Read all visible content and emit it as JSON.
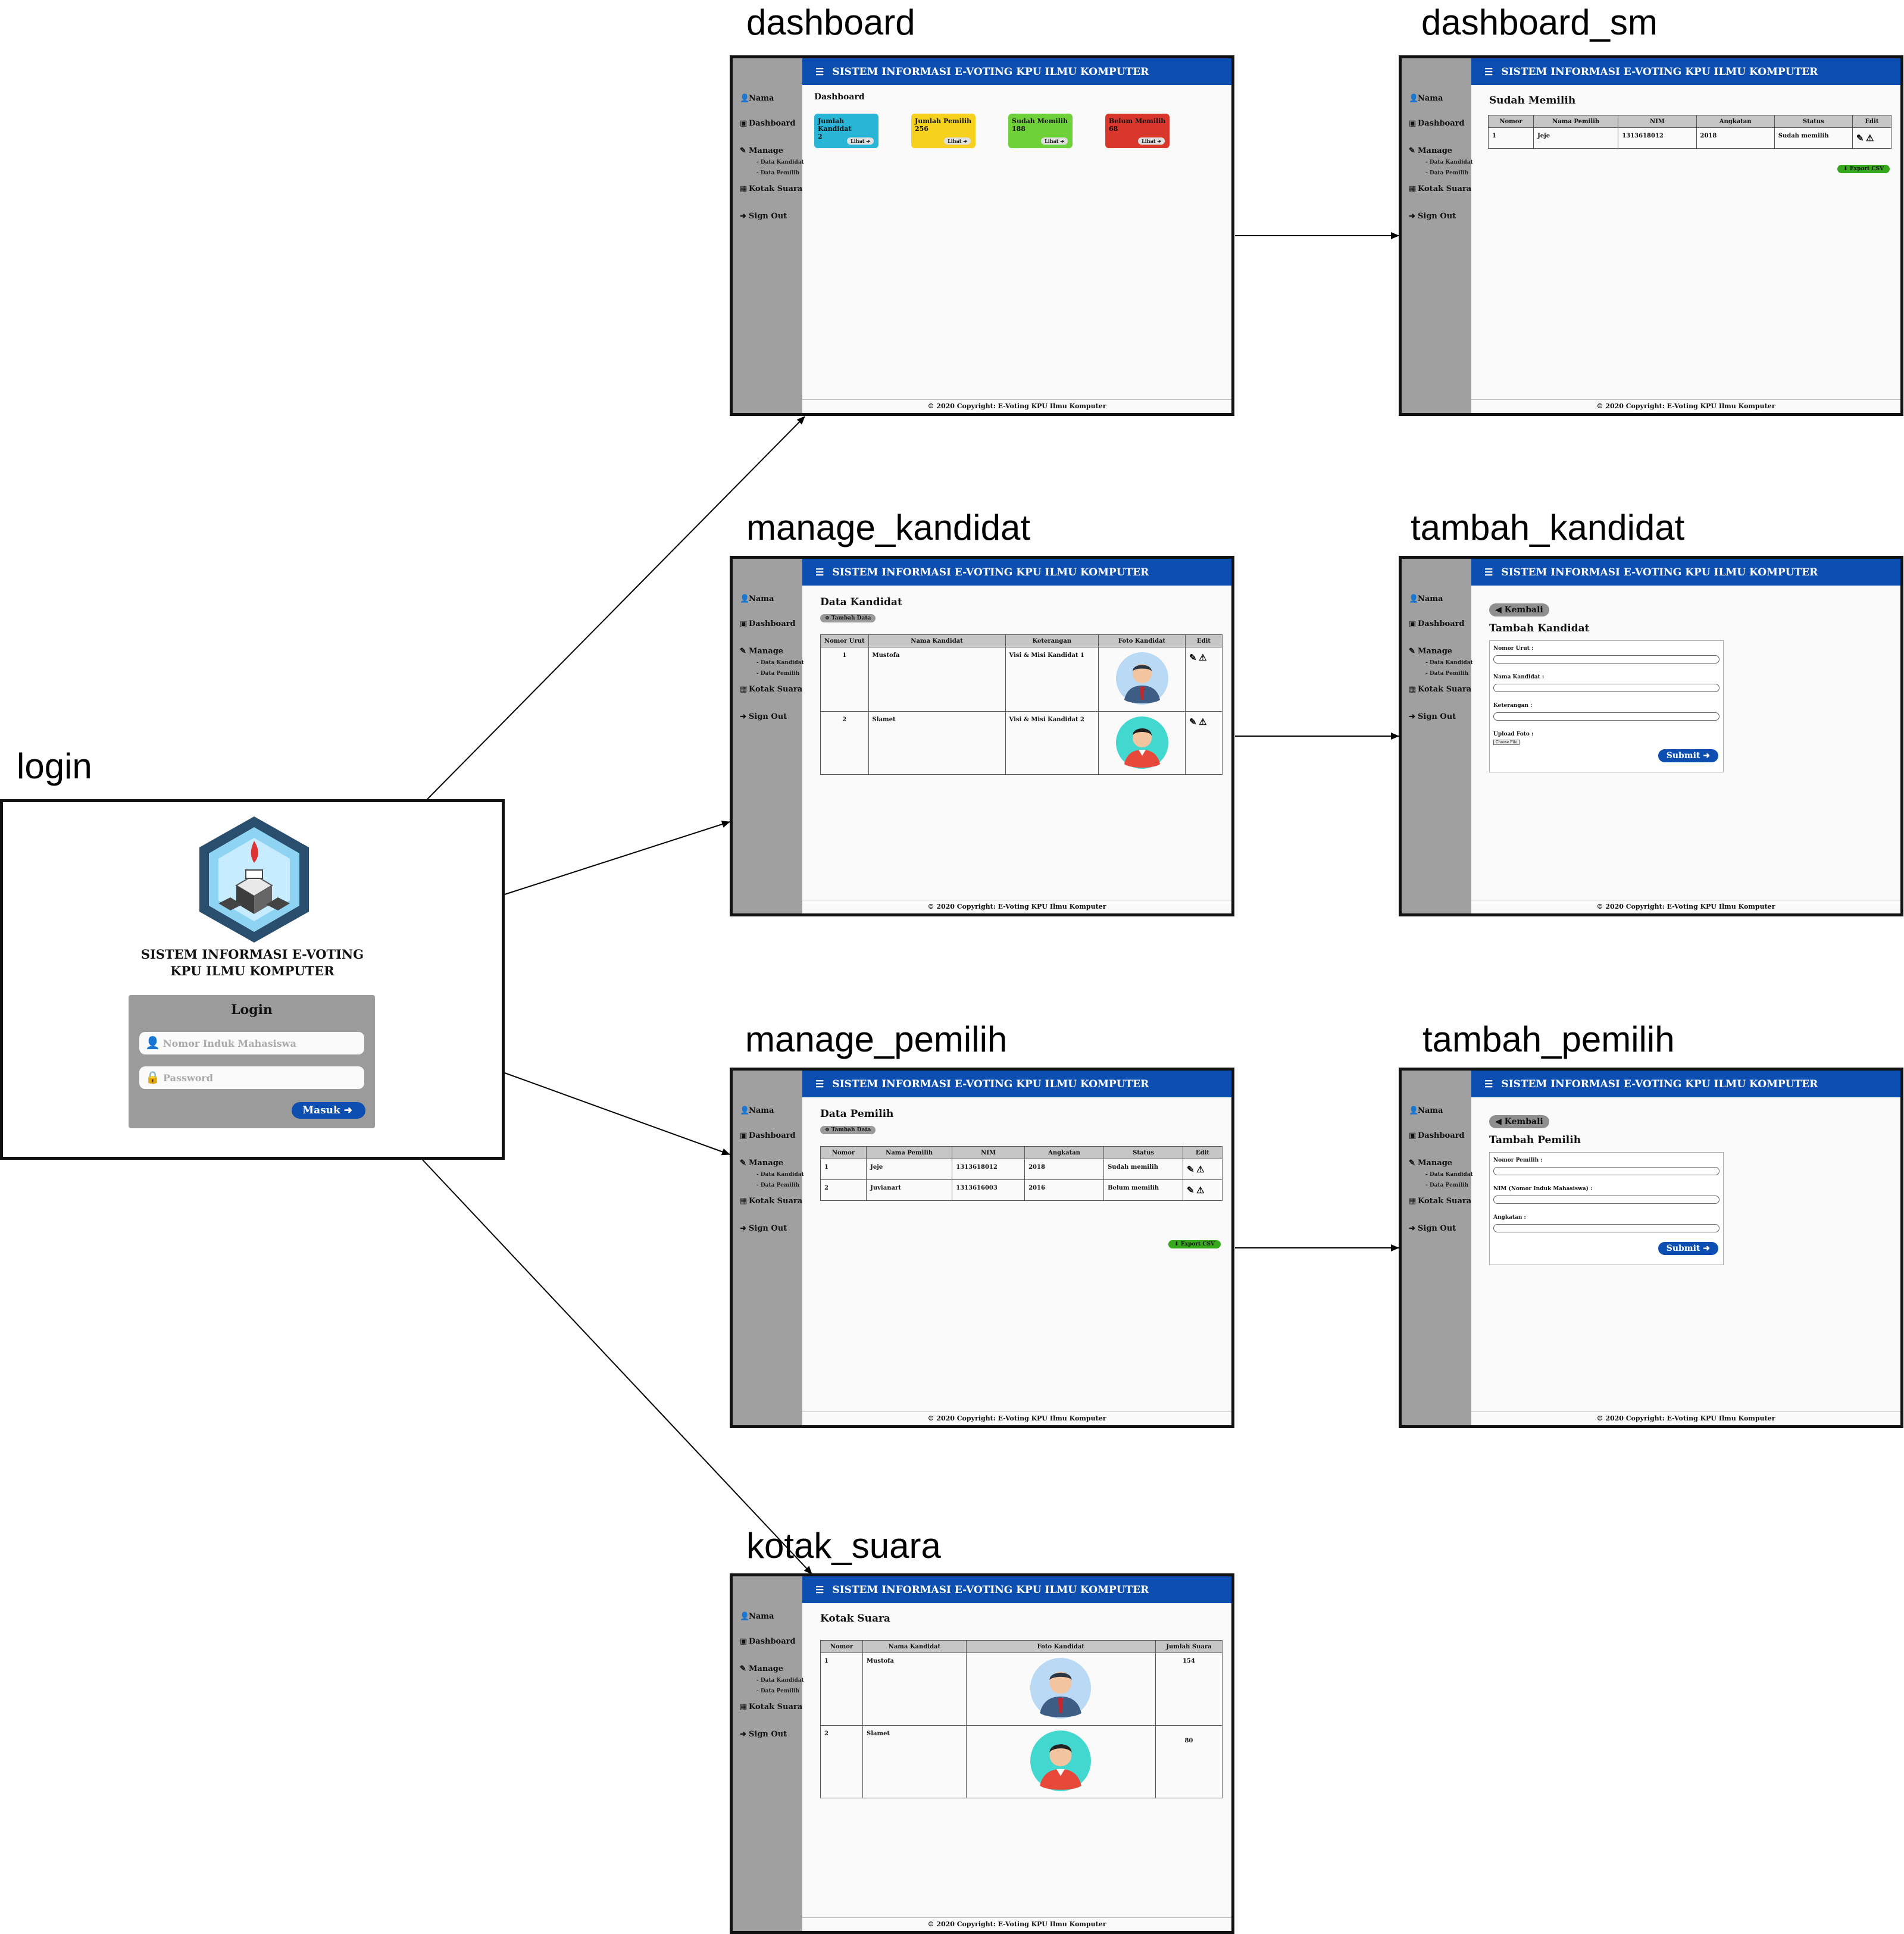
{
  "labels": {
    "login": "login",
    "dashboard": "dashboard",
    "dashboard_sm": "dashboard_sm",
    "manage_kandidat": "manage_kandidat",
    "tambah_kandidat": "tambah_kandidat",
    "manage_pemilih": "manage_pemilih",
    "tambah_pemilih": "tambah_pemilih",
    "kotak_suara": "kotak_suara"
  },
  "common": {
    "topbar_title": "SISTEM INFORMASI E-VOTING KPU ILMU KOMPUTER",
    "footer": "2020 Copyright: E-Voting KPU Ilmu Komputer",
    "sidebar": {
      "nama": "Nama",
      "dashboard": "Dashboard",
      "manage": "Manage",
      "data_kandidat": "- Data Kandidat",
      "data_pemilih": "- Data Pemilih",
      "kotak_suara": "Kotak Suara",
      "sign_out": "Sign Out"
    }
  },
  "login": {
    "title_line1": "SISTEM INFORMASI E-VOTING",
    "title_line2": "KPU ILMU KOMPUTER",
    "box_title": "Login",
    "nim_placeholder": "Nomor Induk Mahasiswa",
    "password_placeholder": "Password",
    "submit": "Masuk"
  },
  "dashboard": {
    "heading": "Dashboard",
    "cards": [
      {
        "label": "Jumlah Kandidat",
        "value": "2",
        "button": "Lihat",
        "color": "#29b6d6"
      },
      {
        "label": "Jumlah Pemilih",
        "value": "256",
        "button": "Lihat",
        "color": "#f6d21e"
      },
      {
        "label": "Sudah Memilih",
        "value": "188",
        "button": "Lihat",
        "color": "#6fd13a"
      },
      {
        "label": "Belum Memilih",
        "value": "68",
        "button": "Lihat",
        "color": "#d9372c"
      }
    ]
  },
  "dashboard_sm": {
    "heading": "Sudah Memilih",
    "columns": [
      "Nomor",
      "Nama Pemilih",
      "NIM",
      "Angkatan",
      "Status",
      "Edit"
    ],
    "rows": [
      [
        "1",
        "Jeje",
        "1313618012",
        "2018",
        "Sudah memilih"
      ]
    ],
    "export": "Export CSV"
  },
  "manage_kandidat": {
    "heading": "Data Kandidat",
    "add_button": "Tambah Data",
    "columns": [
      "Nomor Urut",
      "Nama Kandidat",
      "Keterangan",
      "Foto Kandidat",
      "Edit"
    ],
    "rows": [
      [
        "1",
        "Mustofa",
        "Visi & Misi Kandidat 1"
      ],
      [
        "2",
        "Slamet",
        "Visi & Misi Kandidat 2"
      ]
    ]
  },
  "tambah_kandidat": {
    "back": "Kembali",
    "heading": "Tambah Kandidat",
    "fields": [
      "Nomor Urut :",
      "Nama Kandidat :",
      "Keterangan :",
      "Upload Foto :"
    ],
    "file_button": "Choose File",
    "submit": "Submit"
  },
  "manage_pemilih": {
    "heading": "Data Pemilih",
    "add_button": "Tambah Data",
    "columns": [
      "Nomor",
      "Nama Pemilih",
      "NIM",
      "Angkatan",
      "Status",
      "Edit"
    ],
    "rows": [
      [
        "1",
        "Jeje",
        "1313618012",
        "2018",
        "Sudah memilih"
      ],
      [
        "2",
        "Juvianart",
        "1313616003",
        "2016",
        "Belum memilih"
      ]
    ],
    "export": "Export CSV"
  },
  "tambah_pemilih": {
    "back": "Kembali",
    "heading": "Tambah Pemilih",
    "fields": [
      "Nomor Pemilih :",
      "NIM (Nomor Induk Mahasiswa) :",
      "Angkatan :"
    ],
    "submit": "Submit"
  },
  "kotak_suara": {
    "heading": "Kotak Suara",
    "columns": [
      "Nomor",
      "Nama Kandidat",
      "Foto Kandidat",
      "Jumlah Suara"
    ],
    "rows": [
      [
        "1",
        "Mustofa",
        "154"
      ],
      [
        "2",
        "Slamet",
        "80"
      ]
    ]
  }
}
